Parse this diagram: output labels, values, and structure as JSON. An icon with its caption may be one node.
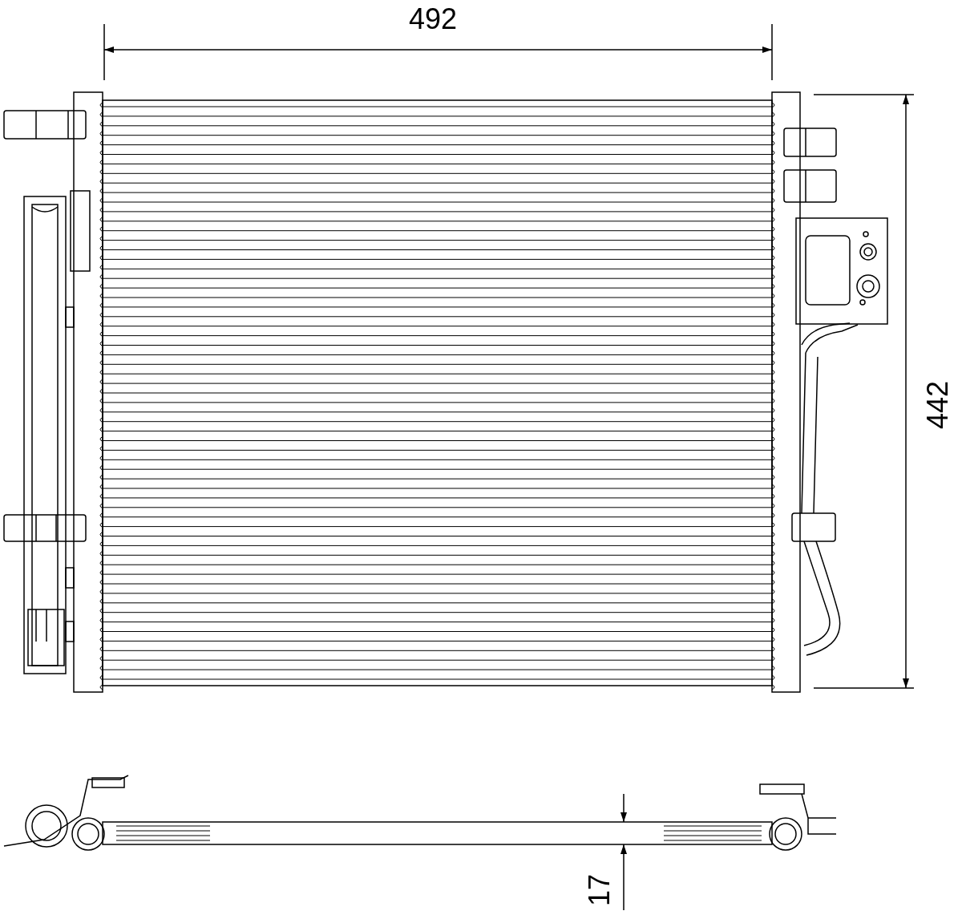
{
  "diagram": {
    "labels": [
      "492",
      "442",
      "17"
    ]
  }
}
